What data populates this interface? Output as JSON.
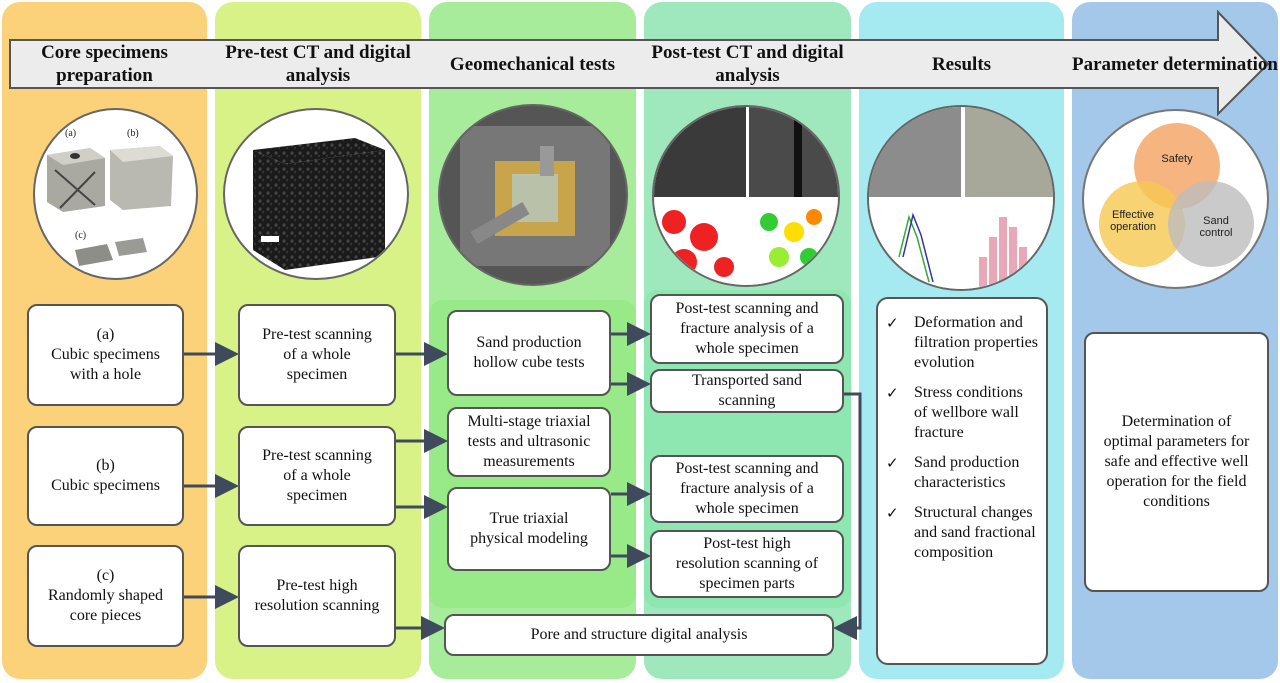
{
  "headers": [
    "Core specimens preparation",
    "Pre-test CT and digital analysis",
    "Geomechanical tests",
    "Post-test CT and digital analysis",
    "Results",
    "Parameter determination"
  ],
  "col1": {
    "photo_labels": {
      "a": "(a)",
      "b": "(b)",
      "c": "(c)"
    },
    "boxes": [
      "(a)\nCubic specimens\nwith a hole",
      "(b)\nCubic specimens",
      "(c)\nRandomly shaped\ncore pieces"
    ]
  },
  "col2": {
    "boxes": [
      "Pre-test scanning\nof a whole\nspecimen",
      "Pre-test scanning\nof a whole\nspecimen",
      "Pre-test high\nresolution scanning"
    ]
  },
  "col3": {
    "boxes": [
      "Sand production\nhollow cube tests",
      "Multi-stage triaxial\ntests and ultrasonic\nmeasurements",
      "True triaxial\nphysical modeling"
    ]
  },
  "col4": {
    "boxes": [
      "Post-test scanning and\nfracture analysis of a\nwhole specimen",
      "Transported sand\nscanning",
      "Post-test scanning and\nfracture analysis of a\nwhole specimen",
      "Post-test high\nresolution scanning of\nspecimen parts"
    ]
  },
  "bottom_box": "Pore and structure digital analysis",
  "results": {
    "items": [
      "Deformation and filtration properties evolution",
      "Stress conditions of wellbore wall fracture",
      "Sand production characteristics",
      "Structural changes and sand fractional composition"
    ],
    "check": "✓"
  },
  "venn": {
    "top": "Safety",
    "left": "Effective operation",
    "right": "Sand control",
    "colors": {
      "top": "#f4a86a",
      "left": "#f6c850",
      "right": "#bdbdbd"
    }
  },
  "final_box": "Determination of optimal parameters for safe and effective well operation for the field conditions"
}
